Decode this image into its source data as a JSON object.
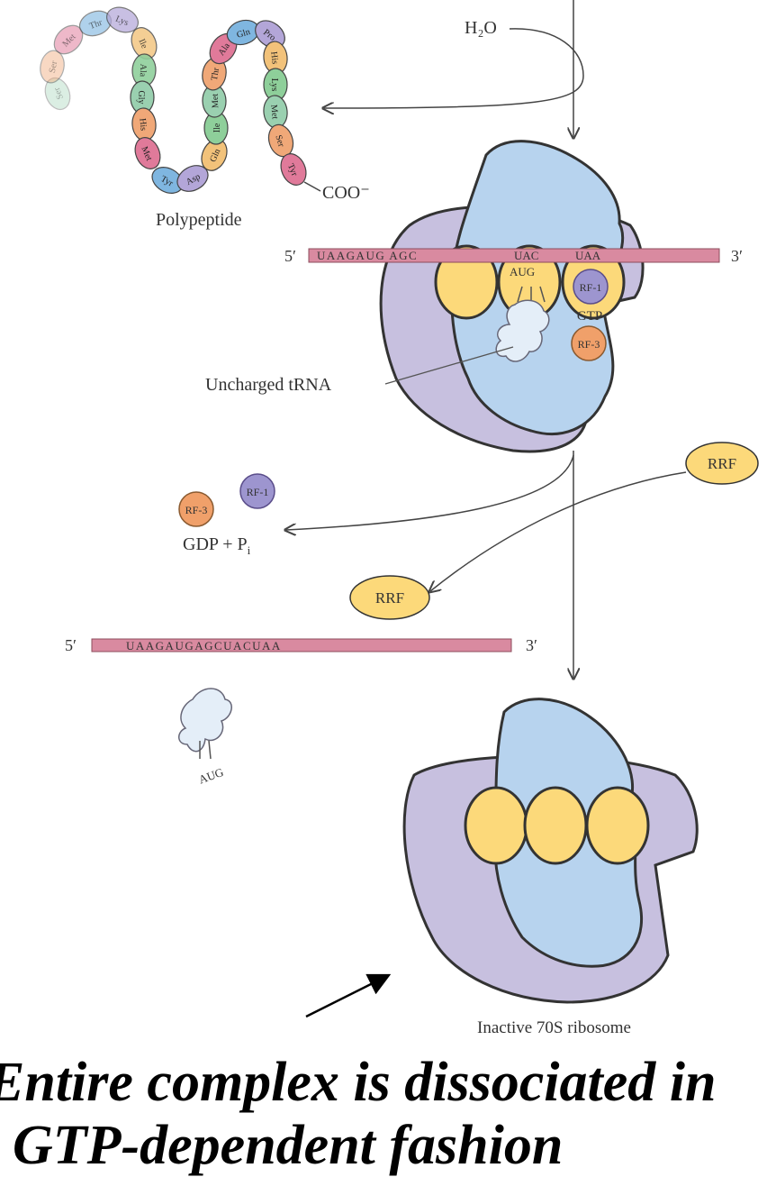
{
  "labels": {
    "water": "H₂O",
    "carboxyl": "COO⁻",
    "polypeptide": "Polypeptide",
    "five_prime": "5′",
    "three_prime": "3′",
    "uncharged_trna": "Uncharged tRNA",
    "gdp_pi": "GDP + P",
    "gdp_pi_sub": "i",
    "inactive_ribosome": "Inactive 70S ribosome"
  },
  "mrna": {
    "top_sequence": "UAAGAUG AGC",
    "codon_a": "UAC",
    "codon_b": "UAA",
    "anticodon": "AUG",
    "free_sequence": "UAAGAUGAGCUACUAA",
    "free_trna_anticodon": "AUG"
  },
  "factors": {
    "rf1": "RF-1",
    "rf3": "RF-3",
    "gtp": "GTP",
    "rrf": "RRF"
  },
  "amino_acids": [
    "Ser",
    "Ser",
    "Met",
    "Thr",
    "Lys",
    "Ile",
    "Ala",
    "Gly",
    "His",
    "Met",
    "Tyr",
    "Asp",
    "Gln",
    "Ile",
    "Met",
    "Thr",
    "Ala",
    "Gln",
    "Pro",
    "His",
    "Lys",
    "Met",
    "Ser",
    "Tyr"
  ],
  "caption": {
    "line1": "Entire complex is dissociated in",
    "line2": "GTP-dependent fashion"
  },
  "colors": {
    "large_subunit": "#c7c0df",
    "small_subunit": "#b7d3ee",
    "site_yellow": "#fcd97a",
    "mrna_pink": "#d98aa0",
    "rf1_purple": "#9d95cf",
    "rf3_orange": "#f0a06a"
  }
}
